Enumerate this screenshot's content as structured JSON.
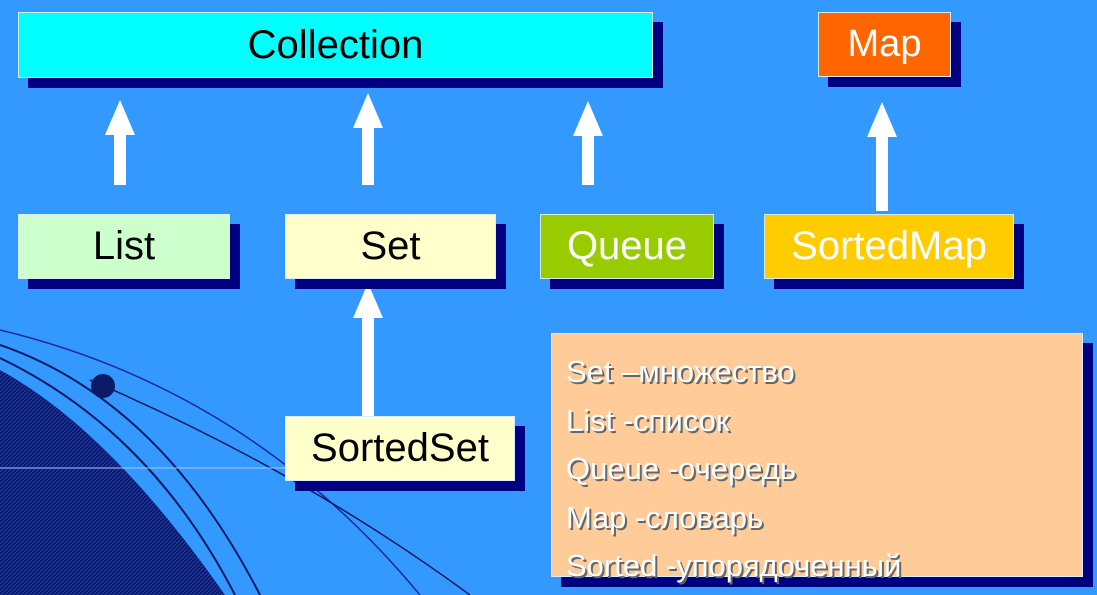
{
  "diagram": {
    "nodes": {
      "collection": "Collection",
      "map": "Map",
      "list": "List",
      "set": "Set",
      "queue": "Queue",
      "sorted_map": "SortedMap",
      "sorted_set": "SortedSet"
    },
    "edges": [
      {
        "from": "List",
        "to": "Collection"
      },
      {
        "from": "Set",
        "to": "Collection"
      },
      {
        "from": "Queue",
        "to": "Collection"
      },
      {
        "from": "SortedMap",
        "to": "Map"
      },
      {
        "from": "SortedSet",
        "to": "Set"
      }
    ],
    "legend": [
      "Set –множество",
      "List -список",
      "Queue -очередь",
      "Map -словарь",
      "Sorted -упорядоченный"
    ]
  },
  "colors": {
    "background": "#3399ff",
    "collection": "#00ffff",
    "map": "#ff6600",
    "list": "#ccffcc",
    "set": "#ffffcc",
    "queue": "#99cc00",
    "sorted_map": "#ffcc00",
    "legend": "#ffcc99",
    "shadow": "#000080"
  }
}
